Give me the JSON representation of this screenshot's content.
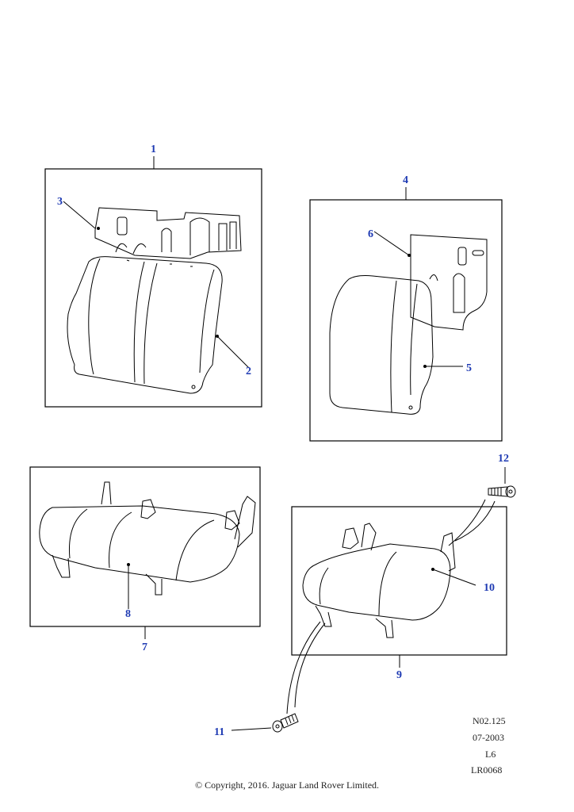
{
  "callouts": {
    "c1": "1",
    "c2": "2",
    "c3": "3",
    "c4": "4",
    "c5": "5",
    "c6": "6",
    "c7": "7",
    "c8": "8",
    "c9": "9",
    "c10": "10",
    "c11": "11",
    "c12": "12"
  },
  "meta": {
    "ref": "N02.125",
    "date": "07-2003",
    "variant": "L6",
    "code": "LR0068"
  },
  "copyright": "© Copyright, 2016. Jaguar Land Rover Limited.",
  "colors": {
    "callout": "#1f3bb3",
    "line": "#000000"
  }
}
